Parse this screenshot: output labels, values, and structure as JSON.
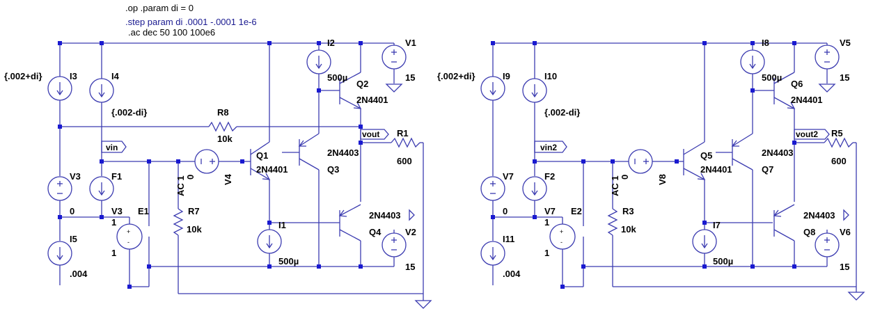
{
  "directives": {
    "op_param": ".op   .param di = 0",
    "step": ".step param di .0001 -.0001 1e-6",
    "ac": ".ac dec 50 100 100e6"
  },
  "left": {
    "I3": {
      "name": "I3",
      "value": "{.002+di}"
    },
    "I4": {
      "name": "I4",
      "value": "{.002-di}"
    },
    "I5": {
      "name": "I5",
      "value": ".004"
    },
    "I1": {
      "name": "I1",
      "value": "500µ"
    },
    "I2": {
      "name": "I2",
      "value": "500µ"
    },
    "V1": {
      "name": "V1",
      "value": "15"
    },
    "V2": {
      "name": "V2",
      "value": "15"
    },
    "V3": {
      "name": "V3",
      "value": "0"
    },
    "V4": {
      "name": "V4",
      "value": "0"
    },
    "R7": {
      "name": "R7",
      "value": "10k"
    },
    "R8": {
      "name": "R8",
      "value": "10k"
    },
    "R1": {
      "name": "R1",
      "value": "600"
    },
    "F1": {
      "name": "F1",
      "ref": "V3",
      "gain": "1"
    },
    "E1": {
      "name": "E1",
      "gain1": "1",
      "gain2": "1"
    },
    "Q1": {
      "name": "Q1",
      "model": "2N4401"
    },
    "Q2": {
      "name": "Q2",
      "model": "2N4401"
    },
    "Q3": {
      "name": "Q3",
      "model": "2N4403"
    },
    "Q4": {
      "name": "Q4",
      "model": "2N4403"
    },
    "ac_source": "AC 1",
    "ac_zero": "0",
    "net_in": "vin",
    "net_out": "vout"
  },
  "right": {
    "I9": {
      "name": "I9",
      "value": "{.002+di}"
    },
    "I10": {
      "name": "I10",
      "value": "{.002-di}"
    },
    "I11": {
      "name": "I11",
      "value": ".004"
    },
    "I7": {
      "name": "I7",
      "value": "500µ"
    },
    "I8": {
      "name": "I8",
      "value": "500µ"
    },
    "V5": {
      "name": "V5",
      "value": "15"
    },
    "V6": {
      "name": "V6",
      "value": "15"
    },
    "V7": {
      "name": "V7",
      "value": "0"
    },
    "V8": {
      "name": "V8",
      "value": "0"
    },
    "R3": {
      "name": "R3",
      "value": "10k"
    },
    "R5": {
      "name": "R5",
      "value": "600"
    },
    "F2": {
      "name": "F2",
      "ref": "V7",
      "gain": "1"
    },
    "E2": {
      "name": "E2",
      "gain1": "1",
      "gain2": "1"
    },
    "Q5": {
      "name": "Q5",
      "model": "2N4401"
    },
    "Q6": {
      "name": "Q6",
      "model": "2N4401"
    },
    "Q7": {
      "name": "Q7",
      "model": "2N4403"
    },
    "Q8": {
      "name": "Q8",
      "model": "2N4403"
    },
    "ac_source": "AC 1",
    "ac_zero": "0",
    "net_in": "vin2",
    "net_out": "vout2"
  },
  "colors": {
    "wire": "#3b3bb0",
    "junction": "#1a1ad0",
    "directive": "#1a1a90"
  }
}
